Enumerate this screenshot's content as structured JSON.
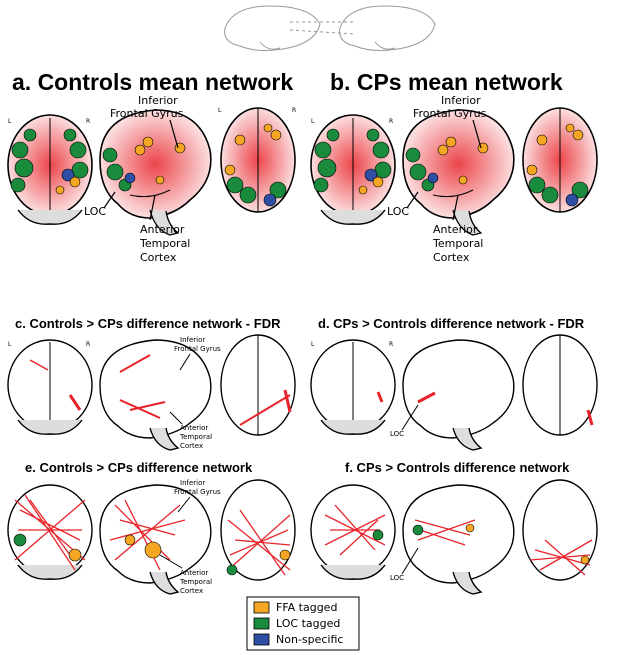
{
  "panels": {
    "a": {
      "title": "a. Controls mean network"
    },
    "b": {
      "title": "b. CPs mean network"
    },
    "c": {
      "title": "c. Controls > CPs difference network - FDR"
    },
    "d": {
      "title": "d. CPs > Controls difference network - FDR"
    },
    "e": {
      "title": "e. Controls > CPs difference network"
    },
    "f": {
      "title": "f. CPs > Controls difference network"
    }
  },
  "orientation": {
    "left": "L",
    "right": "R"
  },
  "annotations": {
    "ifg_line1": "Inferior",
    "ifg_line2": "Frontal Gyrus",
    "loc": "LOC",
    "atc_line1": "Anterior",
    "atc_line2": "Temporal",
    "atc_line3": "Cortex"
  },
  "legend": {
    "items": [
      {
        "label": "FFA tagged",
        "color": "#f5a623"
      },
      {
        "label": "LOC tagged",
        "color": "#1a8a3c"
      },
      {
        "label": "Non-specific",
        "color": "#2e4fa3"
      }
    ]
  },
  "colors": {
    "ffa": "#f5a623",
    "loc": "#1a8a3c",
    "nonspecific": "#2e4fa3",
    "edge": "#e8242a"
  }
}
